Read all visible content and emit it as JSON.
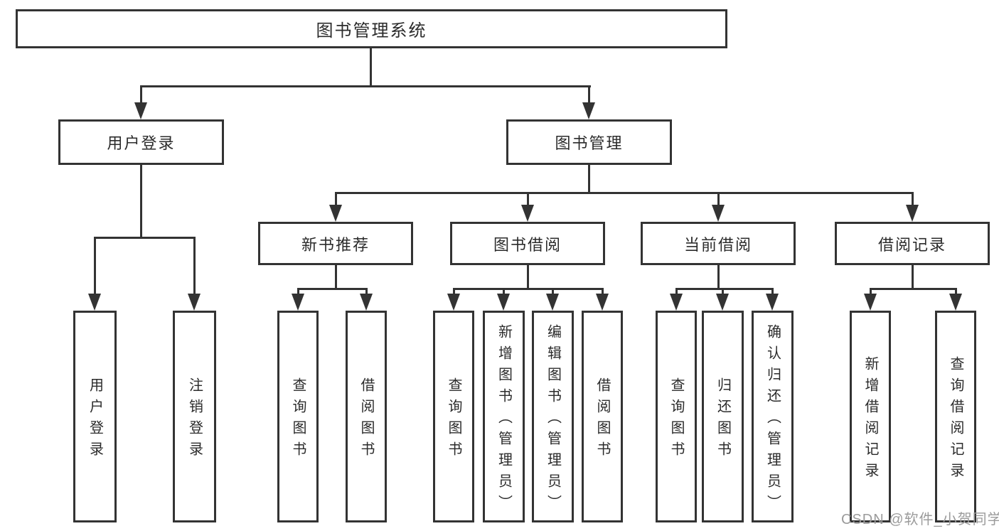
{
  "diagram": {
    "title_node": {
      "label": "图书管理系统"
    },
    "level2": [
      {
        "label": "用户登录"
      },
      {
        "label": "图书管理"
      }
    ],
    "level3": [
      {
        "label": "新书推荐"
      },
      {
        "label": "图书借阅"
      },
      {
        "label": "当前借阅"
      },
      {
        "label": "借阅记录"
      }
    ],
    "leaves": [
      {
        "label": "用户登录",
        "parent": "用户登录"
      },
      {
        "label": "注销登录",
        "parent": "用户登录"
      },
      {
        "label": "查询图书",
        "parent": "新书推荐"
      },
      {
        "label": "借阅图书",
        "parent": "新书推荐"
      },
      {
        "label": "查询图书",
        "parent": "图书借阅"
      },
      {
        "label": "新增图书（管理员）",
        "parent": "图书借阅"
      },
      {
        "label": "编辑图书（管理员）",
        "parent": "图书借阅"
      },
      {
        "label": "借阅图书",
        "parent": "图书借阅"
      },
      {
        "label": "查询图书",
        "parent": "当前借阅"
      },
      {
        "label": "归还图书",
        "parent": "当前借阅"
      },
      {
        "label": "确认归还（管理员）",
        "parent": "当前借阅"
      },
      {
        "label": "新增借阅记录",
        "parent": "借阅记录"
      },
      {
        "label": "查询借阅记录",
        "parent": "借阅记录"
      }
    ]
  },
  "watermark": {
    "text": "CSDN @软件_小贺同学"
  },
  "colors": {
    "line": "#333333",
    "text": "#2b2b2b",
    "background": "#ffffff",
    "watermark": "#9b9b9b"
  }
}
